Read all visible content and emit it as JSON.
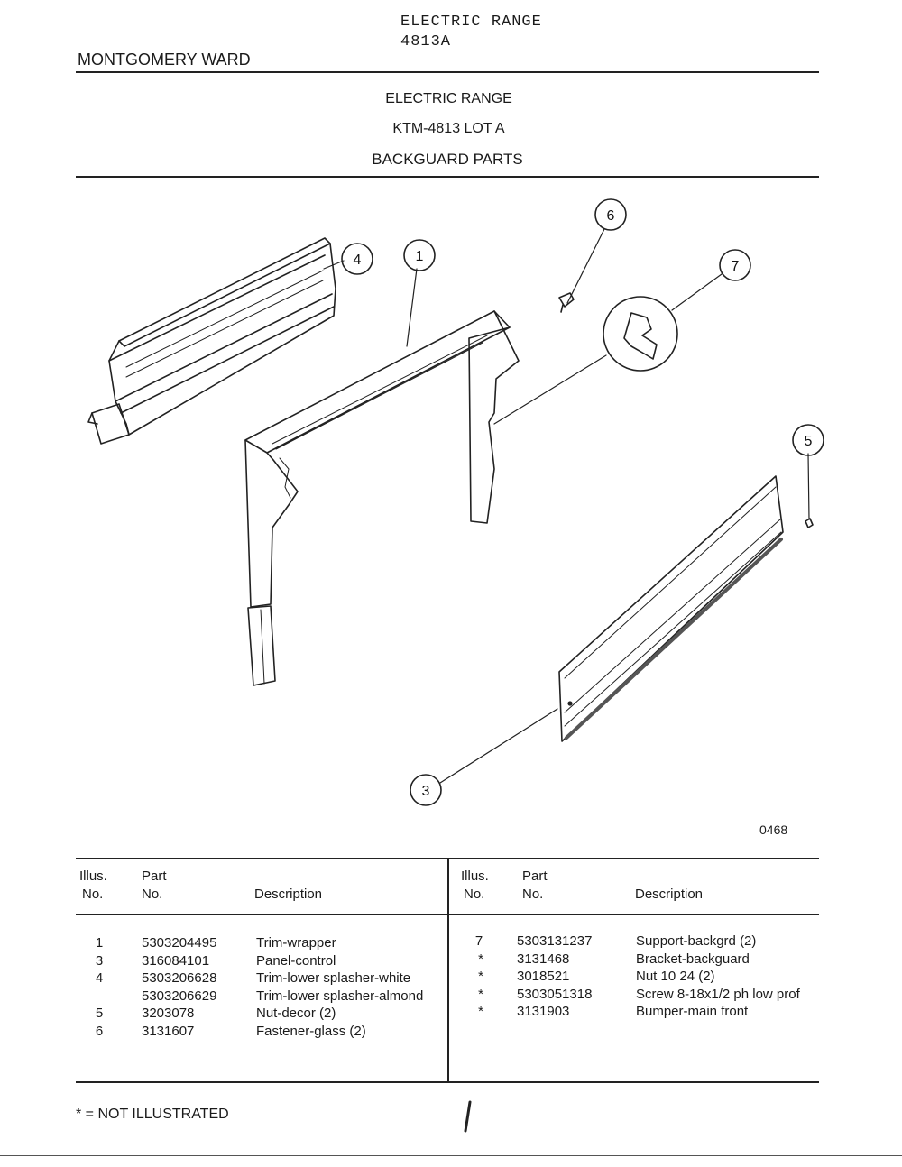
{
  "header": {
    "top_line1": "ELECTRIC RANGE",
    "top_line2": "4813A",
    "brand": "MONTGOMERY WARD",
    "title1": "ELECTRIC RANGE",
    "title2": "KTM-4813 LOT A",
    "title3": "BACKGUARD PARTS"
  },
  "diagram": {
    "callouts": [
      "1",
      "3",
      "4",
      "5",
      "6",
      "7"
    ],
    "drawing_number": "0468"
  },
  "table": {
    "headers": {
      "illus_line1": "Illus.",
      "illus_line2": "No.",
      "part_line1": "Part",
      "part_line2": "No.",
      "description": "Description"
    },
    "left_rows": [
      {
        "illus": "1",
        "part": "5303204495",
        "desc": "Trim-wrapper"
      },
      {
        "illus": "3",
        "part": "316084101",
        "desc": "Panel-control"
      },
      {
        "illus": "4",
        "part": "5303206628",
        "desc": "Trim-lower splasher-white"
      },
      {
        "illus": "",
        "part": "5303206629",
        "desc": "Trim-lower splasher-almond"
      },
      {
        "illus": "5",
        "part": "3203078",
        "desc": "Nut-decor (2)"
      },
      {
        "illus": "6",
        "part": "3131607",
        "desc": "Fastener-glass (2)"
      }
    ],
    "right_rows": [
      {
        "illus": "7",
        "part": "5303131237",
        "desc": "Support-backgrd (2)"
      },
      {
        "illus": "*",
        "part": "3131468",
        "desc": "Bracket-backguard"
      },
      {
        "illus": "*",
        "part": "3018521",
        "desc": "Nut 10 24 (2)"
      },
      {
        "illus": "*",
        "part": "5303051318",
        "desc": "Screw 8-18x1/2 ph low prof"
      },
      {
        "illus": "*",
        "part": "3131903",
        "desc": "Bumper-main front"
      }
    ]
  },
  "footer": {
    "note": "* = NOT ILLUSTRATED"
  }
}
